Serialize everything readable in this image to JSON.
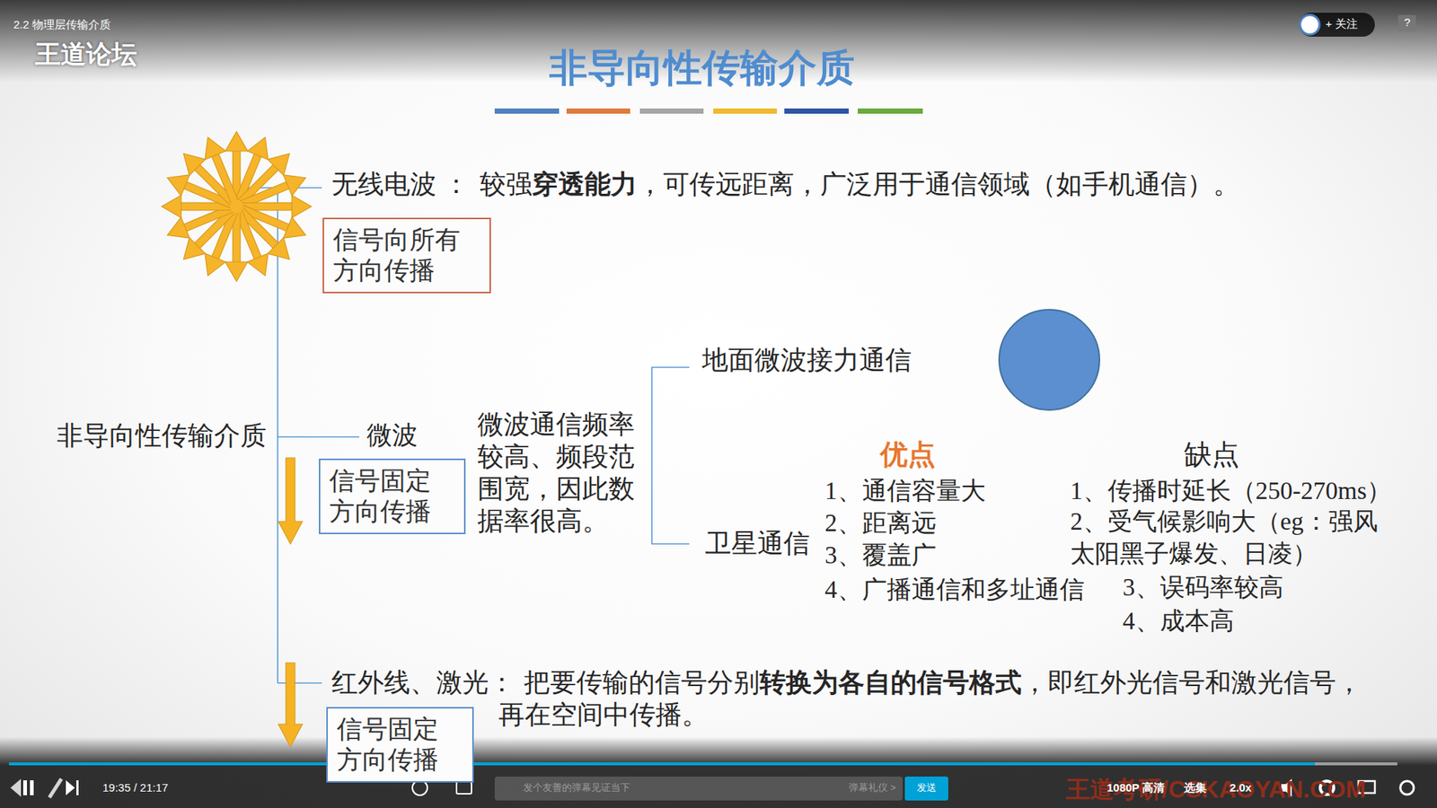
{
  "diagram": {
    "title": "非导向性传输介质",
    "nodes": [
      {
        "text": [
          "信号向所有方向传播"
        ]
      },
      {
        "text": [
          "信号固定方向传播"
        ]
      },
      {
        "text": [
          "信号固定方向传播"
        ]
      }
    ],
    "labels": [
      "2.2 物理层传输介质",
      "王道论坛",
      "+ 关注",
      "?",
      "无线电波 ：",
      "较强",
      "穿透能力",
      "，可传远距离，广泛用于通信领域（如手机通信）。",
      "非导向性传输介质",
      "微波",
      "微波通信频率较高、频段范围宽，因此数据率很高。",
      "地面微波接力通信",
      "卫星通信",
      "优点",
      "1、通信容量大",
      "2、距离远",
      "3、覆盖广",
      "4、广播通信和多址通信",
      "缺点",
      "1、传播时延长（250-270ms）",
      "2、受气候影响大（eg：强风太阳黑子爆发、日凌）",
      "3、误码率较高",
      "4、成本高",
      "红外线、激光：",
      "把要传输的信号分别",
      "转换为各自的信号格式",
      "，即红外光信号和激光信号，再在空间中传播。",
      "19:35 / 21:17",
      "发个友善的弹幕见证当下",
      "弹幕礼仪 >",
      "发送",
      "王道考研/CSKAOYAN.COM",
      "1080P 高清",
      "选集",
      "2.0x"
    ]
  }
}
